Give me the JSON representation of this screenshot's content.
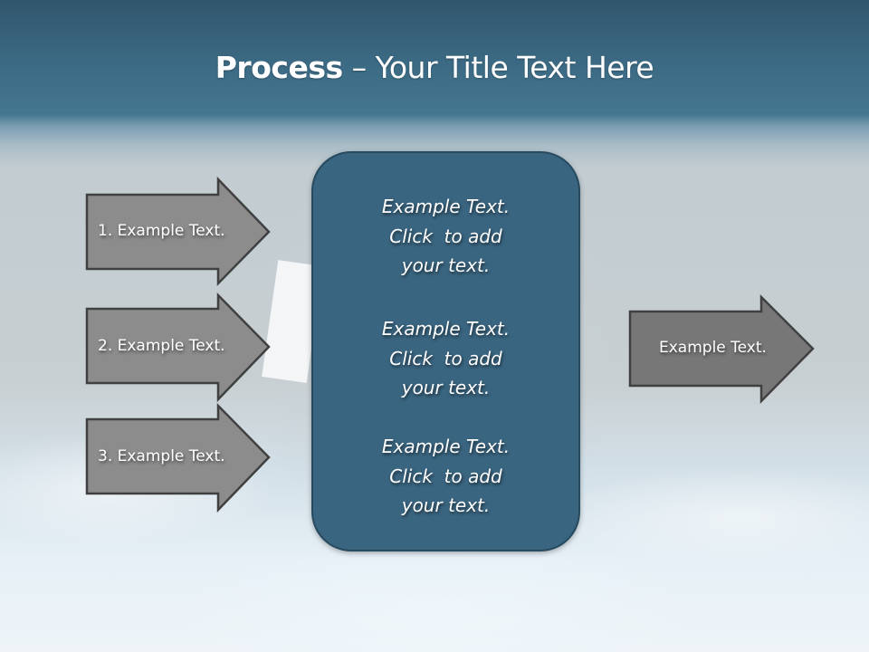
{
  "slide": {
    "title": {
      "strong": "Process",
      "rest": " – Your Title Text Here"
    },
    "input_arrows": [
      {
        "label": "1. Example Text."
      },
      {
        "label": "2. Example Text."
      },
      {
        "label": "3. Example Text."
      }
    ],
    "center_box": {
      "blocks": [
        {
          "lines": [
            "Example Text.",
            "Click  to add",
            "your text."
          ]
        },
        {
          "lines": [
            "Example Text.",
            "Click  to add",
            "your text."
          ]
        },
        {
          "lines": [
            "Example Text.",
            "Click  to add",
            "your text."
          ]
        }
      ]
    },
    "output_arrow": {
      "label": "Example Text."
    },
    "colors": {
      "header_band": "#44768f",
      "center_box_fill": "#3a6580",
      "center_box_border": "#264a5f",
      "input_arrow_fill": "#8c8c8c",
      "output_arrow_fill": "#777777",
      "arrow_border": "#404040",
      "text": "#ffffff"
    }
  }
}
